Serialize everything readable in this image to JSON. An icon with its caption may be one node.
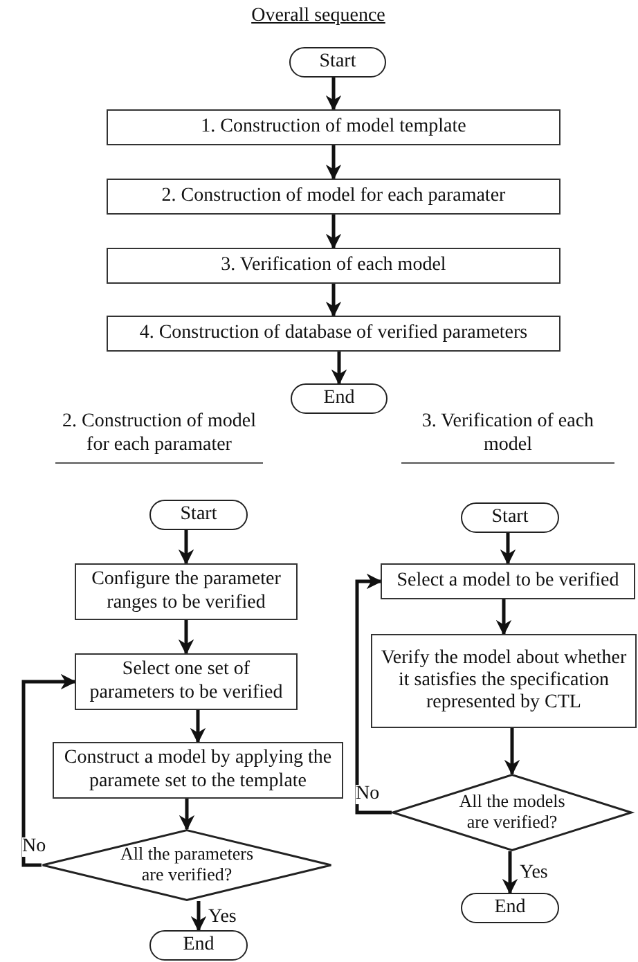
{
  "diagram": {
    "title": "Overall sequence",
    "nodes": [
      {
        "text": [
          "Start"
        ]
      },
      {
        "text": [
          "1. Construction of model template"
        ]
      },
      {
        "text": [
          "2. Construction of model for each paramater"
        ]
      },
      {
        "text": [
          "3. Verification of each model"
        ]
      },
      {
        "text": [
          "4. Construction of database of verified parameters"
        ]
      },
      {
        "text": [
          "End"
        ]
      },
      {
        "text": [
          "Start"
        ]
      },
      {
        "text": [
          "Configure the parameter ranges to be verified"
        ]
      },
      {
        "text": [
          "Select one set of parameters to be verified"
        ]
      },
      {
        "text": [
          "Construct a model by applying the paramete set to the template"
        ]
      },
      {
        "text": [
          "All the parameters are verified?"
        ]
      },
      {
        "text": [
          "End"
        ]
      },
      {
        "text": [
          "Start"
        ]
      },
      {
        "text": [
          "Select a model to be verified"
        ]
      },
      {
        "text": [
          "Verify the model about whether it satisfies the specification represented by CTL"
        ]
      },
      {
        "text": [
          "All the models are verified?"
        ]
      },
      {
        "text": [
          "End"
        ]
      }
    ],
    "edges": [
      {
        "from": 0,
        "to": 1,
        "arrow": "to"
      },
      {
        "from": 1,
        "to": 2,
        "arrow": "to"
      },
      {
        "from": 2,
        "to": 3,
        "arrow": "to"
      },
      {
        "from": 3,
        "to": 4,
        "arrow": "to"
      },
      {
        "from": 4,
        "to": 5,
        "arrow": "to"
      },
      {
        "from": 6,
        "to": 7,
        "arrow": "to"
      },
      {
        "from": 7,
        "to": 8,
        "arrow": "to"
      },
      {
        "from": 8,
        "to": 9,
        "arrow": "to"
      },
      {
        "from": 9,
        "to": 10,
        "arrow": "to"
      },
      {
        "from": 10,
        "to": 8,
        "arrow": "to",
        "label": "No"
      },
      {
        "from": 10,
        "to": 11,
        "arrow": "to",
        "label": "Yes"
      },
      {
        "from": 12,
        "to": 13,
        "arrow": "to"
      },
      {
        "from": 13,
        "to": 14,
        "arrow": "to"
      },
      {
        "from": 14,
        "to": 15,
        "arrow": "to"
      },
      {
        "from": 15,
        "to": 13,
        "arrow": "to",
        "label": "No"
      },
      {
        "from": 15,
        "to": 16,
        "arrow": "to",
        "label": "Yes"
      }
    ],
    "labels": [
      "2. Construction of model for each paramater",
      "3. Verification of each model"
    ]
  }
}
